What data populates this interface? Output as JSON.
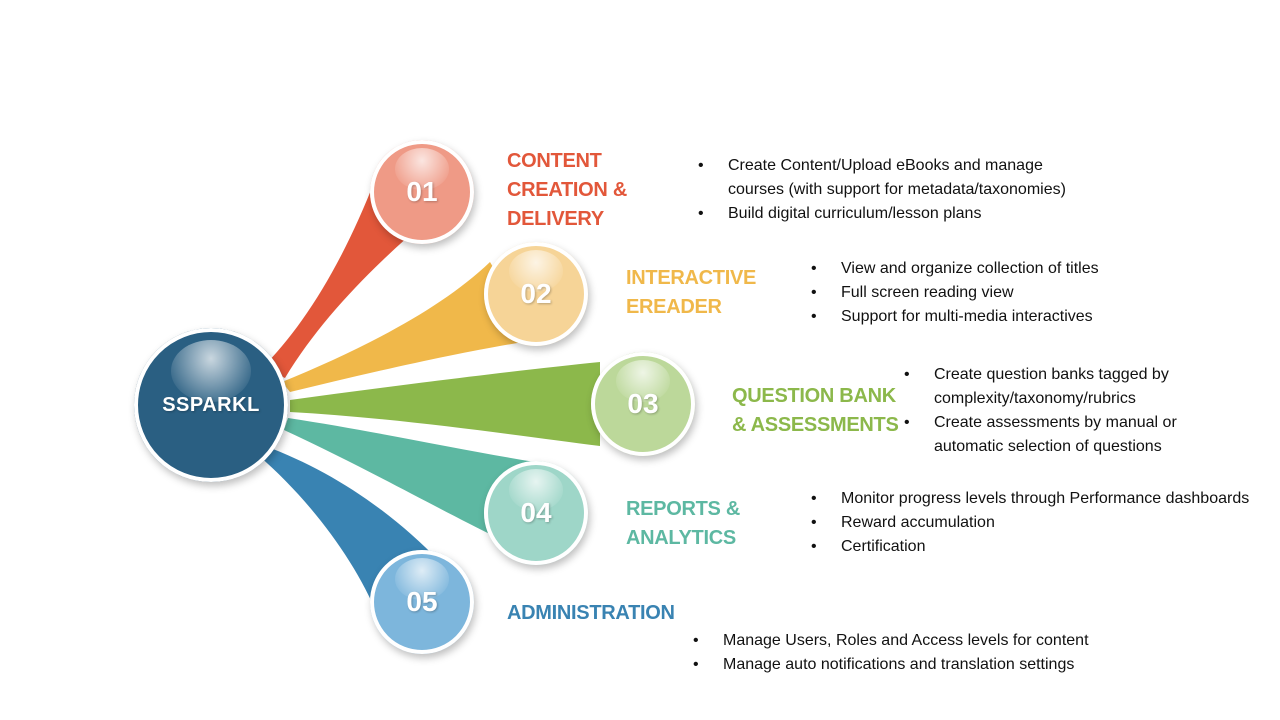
{
  "hub": {
    "label": "SSPARKL",
    "color": "#2a5f82"
  },
  "items": [
    {
      "number": "01",
      "title_lines": [
        "CONTENT",
        "CREATION &",
        "DELIVERY"
      ],
      "color": "#e2573a",
      "node_color": "#ef9a86",
      "bullets": [
        "Create Content/Upload eBooks and manage courses (with support for metadata/taxonomies)",
        "Build digital curriculum/lesson plans"
      ]
    },
    {
      "number": "02",
      "title_lines": [
        "INTERACTIVE",
        "EREADER"
      ],
      "color": "#f0b84a",
      "node_color": "#f6d497",
      "bullets": [
        "View and organize collection of  titles",
        "Full screen reading view",
        "Support for multi-media interactives"
      ]
    },
    {
      "number": "03",
      "title_lines": [
        "QUESTION BANK",
        "& ASSESSMENTS"
      ],
      "color": "#8cb84b",
      "node_color": "#bcd89a",
      "bullets": [
        "Create question banks tagged by complexity/taxonomy/rubrics",
        "Create assessments by manual or automatic selection of questions"
      ]
    },
    {
      "number": "04",
      "title_lines": [
        "REPORTS &",
        "ANALYTICS"
      ],
      "color": "#5db8a2",
      "node_color": "#9ed6c8",
      "bullets": [
        "Monitor progress levels through Performance dashboards",
        "Reward accumulation",
        "Certification"
      ]
    },
    {
      "number": "05",
      "title_lines": [
        "ADMINISTRATION"
      ],
      "color": "#3983b2",
      "node_color": "#7db6dc",
      "bullets": [
        "Manage Users, Roles and Access levels for content",
        "Manage auto notifications and translation settings"
      ]
    }
  ]
}
